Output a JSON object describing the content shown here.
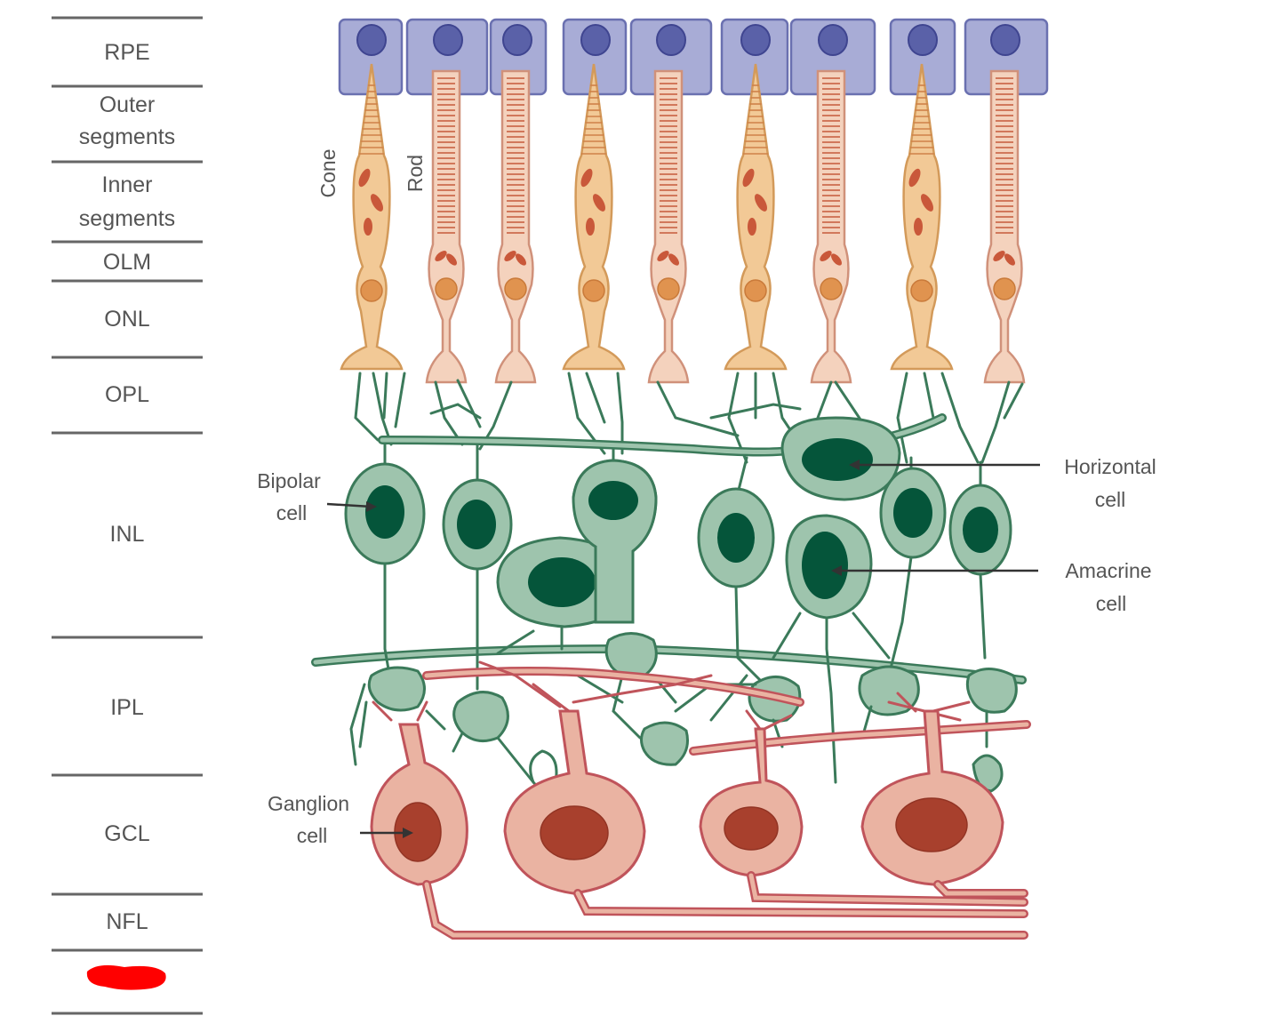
{
  "layers": [
    {
      "label": "RPE"
    },
    {
      "label": "Outer",
      "label2": "segments"
    },
    {
      "label": "Inner",
      "label2": "segments"
    },
    {
      "label": "OLM"
    },
    {
      "label": "ONL"
    },
    {
      "label": "OPL"
    },
    {
      "label": "INL"
    },
    {
      "label": "IPL"
    },
    {
      "label": "GCL"
    },
    {
      "label": "NFL"
    }
  ],
  "photoreceptor_labels": {
    "cone": "Cone",
    "rod": "Rod"
  },
  "cell_labels": {
    "bipolar": {
      "line1": "Bipolar",
      "line2": "cell"
    },
    "horizontal": {
      "line1": "Horizontal",
      "line2": "cell"
    },
    "amacrine": {
      "line1": "Amacrine",
      "line2": "cell"
    },
    "ganglion": {
      "line1": "Ganglion",
      "line2": "cell"
    }
  },
  "colors": {
    "rpe": "#a8acd6",
    "cone": "#f2c996",
    "rod": "#f4d2bd",
    "inner_neurons": "#9ec4ad",
    "ganglion": "#eab3a2",
    "redaction_mark": "#ff0000"
  }
}
